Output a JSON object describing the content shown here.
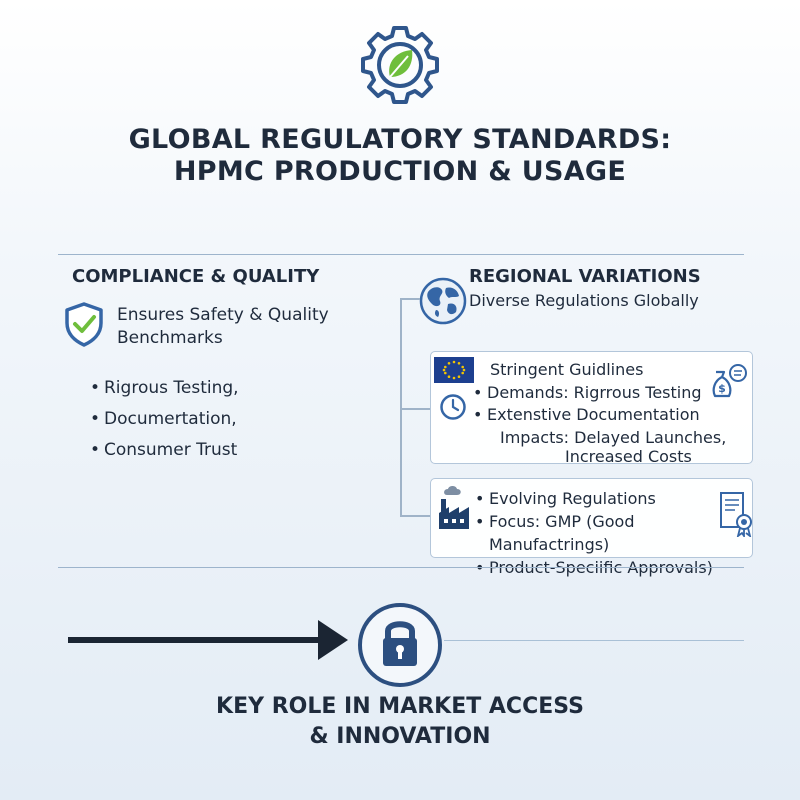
{
  "header": {
    "icon": "leaf-gear-icon",
    "title_line1": "GLOBAL REGULATORY STANDARDS:",
    "title_line2": "HPMC PRODUCTION & USAGE"
  },
  "compliance": {
    "heading": "COMPLIANCE & QUALITY",
    "icon": "shield-check-icon",
    "summary_line1": "Ensures Safety & Quality",
    "summary_line2": "Benchmarks",
    "bullets": [
      "Rigrous Testing,",
      "Documertation,",
      "Consumer Trust"
    ]
  },
  "regional": {
    "heading": "REGIONAL VARIATIONS",
    "icon": "globe-icon",
    "subheading": "Diverse Regulations Globally",
    "box1": {
      "flag_icon": "eu-flag-icon",
      "clock_icon": "clock-icon",
      "money_icon": "money-bag-icon",
      "title": "Stringent Guidlines",
      "bullets": [
        "Demands: Rigrrous Testing",
        "Extenstive Documentation"
      ],
      "impact_line1": "Impacts: Delayed Launches,",
      "impact_line2": "Increased Costs"
    },
    "box2": {
      "factory_icon": "factory-icon",
      "certificate_icon": "certificate-scroll-icon",
      "bullets": [
        "Evolving Regulations",
        "Focus: GMP (Good Manufactrings)",
        "Product-Speciific Approvals)"
      ]
    }
  },
  "footer": {
    "arrow_icon": "arrow-right-icon",
    "lock_icon": "padlock-icon",
    "line1": "KEY ROLE IN MARKET ACCESS",
    "line2": "& INNOVATION"
  },
  "colors": {
    "navy": "#1f3f6b",
    "accent_blue": "#3566a6",
    "leaf_green": "#6fbe3c",
    "eu_blue": "#1d3f8f",
    "eu_star": "#f2c500"
  }
}
